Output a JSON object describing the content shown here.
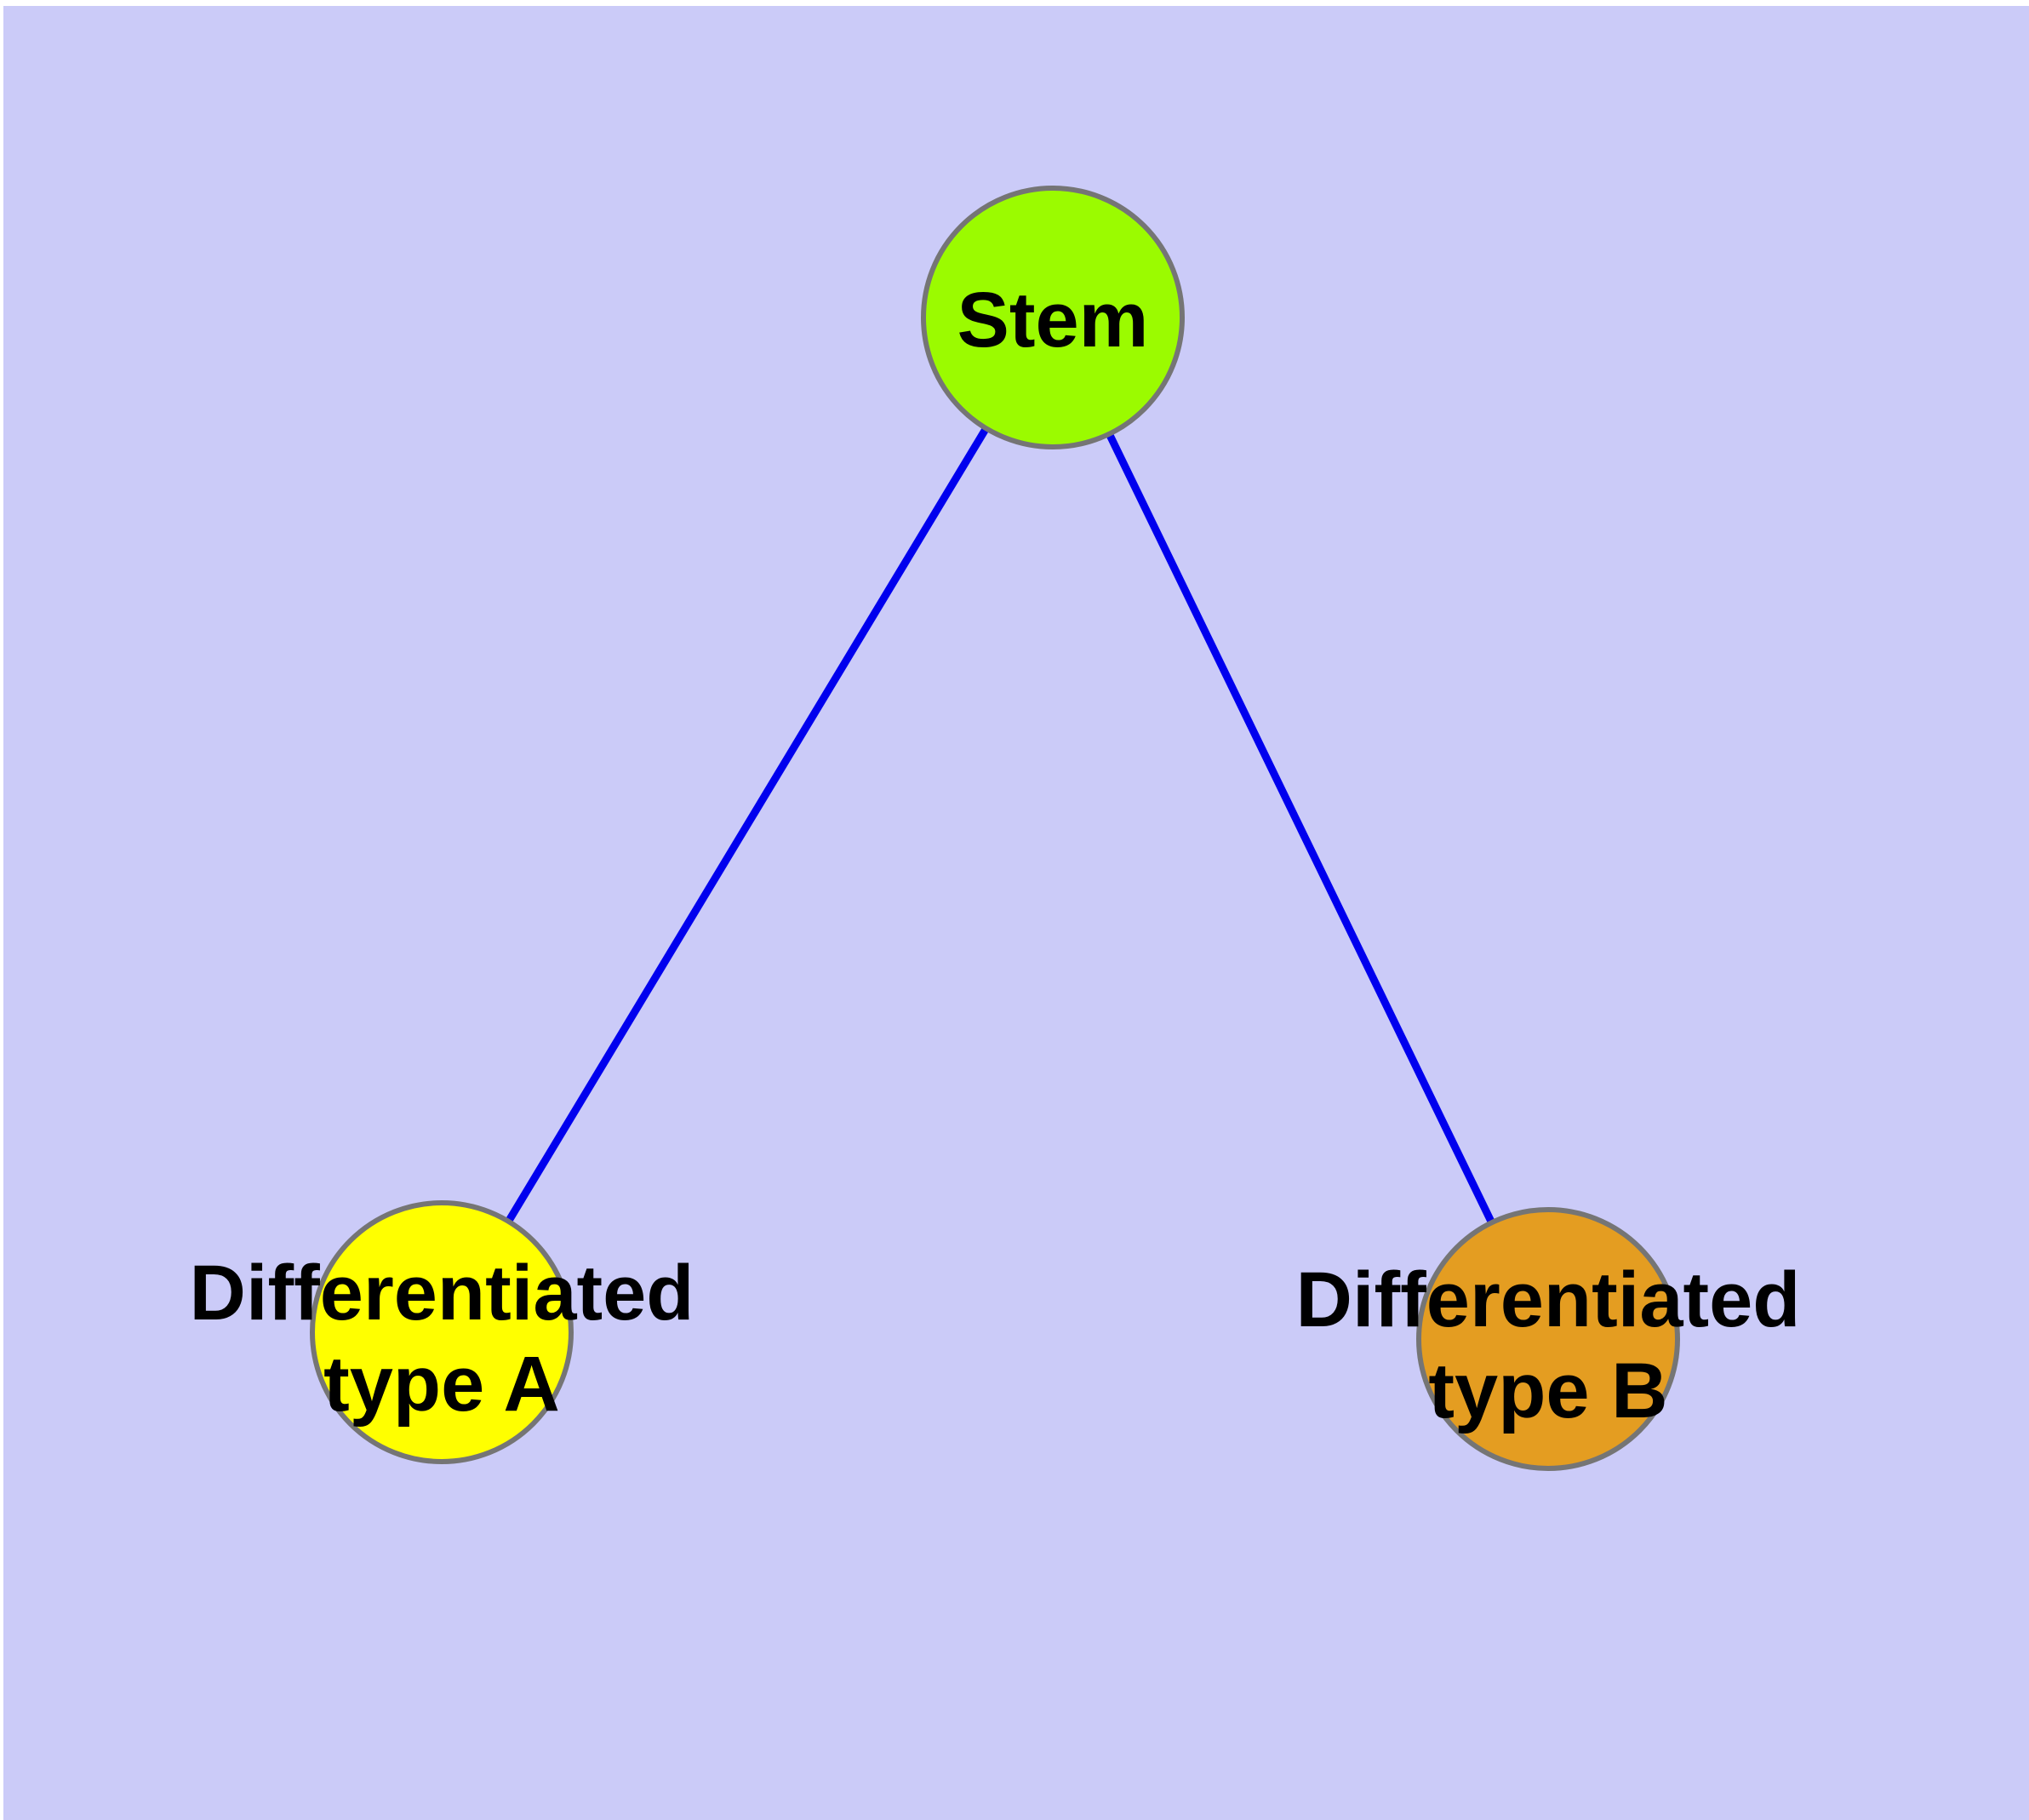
{
  "diagram": {
    "background_color": "#cbcbf8",
    "margin_color": "#ffffff",
    "edge_color": "#0000ee",
    "node_border_color": "#757575",
    "label_color": "#000000",
    "nodes": {
      "stem": {
        "label": "Stem",
        "color": "#9bfb00"
      },
      "type_a": {
        "label_line1": "Differentiated",
        "label_line2": "type A",
        "label_full": "Differentiated type A",
        "color": "#ffff00"
      },
      "type_b": {
        "label_line1": "Differentiated",
        "label_line2": "type B",
        "label_full": "Differentiated type B",
        "color": "#e49d21"
      }
    },
    "edges": [
      {
        "from": "Stem",
        "to": "Differentiated type A"
      },
      {
        "from": "Stem",
        "to": "Differentiated type B"
      }
    ]
  }
}
